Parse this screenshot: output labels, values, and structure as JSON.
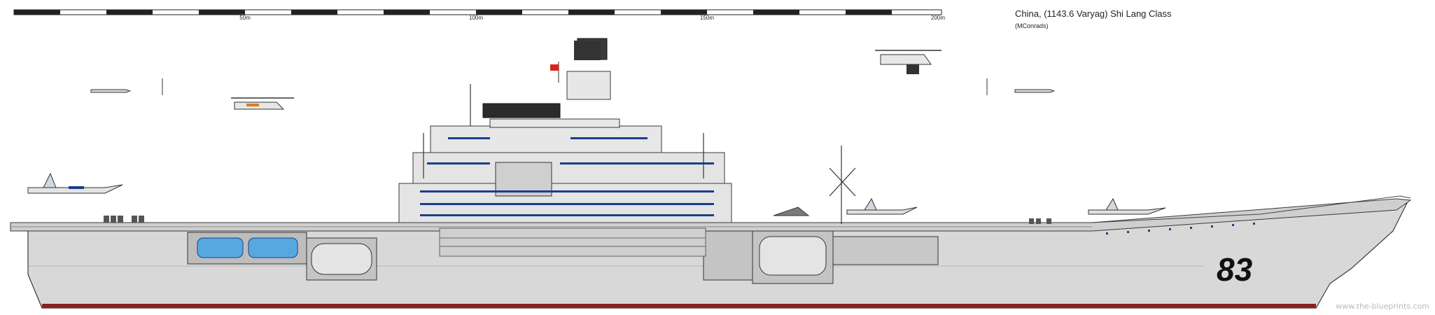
{
  "title": "China, (1143.6 Varyag) Shi Lang Class",
  "author": "(MConrads)",
  "scale_bar": {
    "labels": [
      "50m",
      "100m",
      "150m",
      "200m"
    ]
  },
  "hull_number": "83",
  "watermark": "www.the-blueprints.com",
  "colors": {
    "hull": "#d8d8d8",
    "deck": "#c8c8c8",
    "superstructure": "#e4e4e4",
    "boot_top": "#8b2020",
    "outline": "#3a3a3a",
    "window": "#1c3e8a",
    "flag": "#d7261c",
    "boat": "#56a9e0"
  },
  "icons": [
    "aircraft-icon",
    "helicopter-icon",
    "missile-icon",
    "flag-icon",
    "radar-icon",
    "mast-icon"
  ]
}
